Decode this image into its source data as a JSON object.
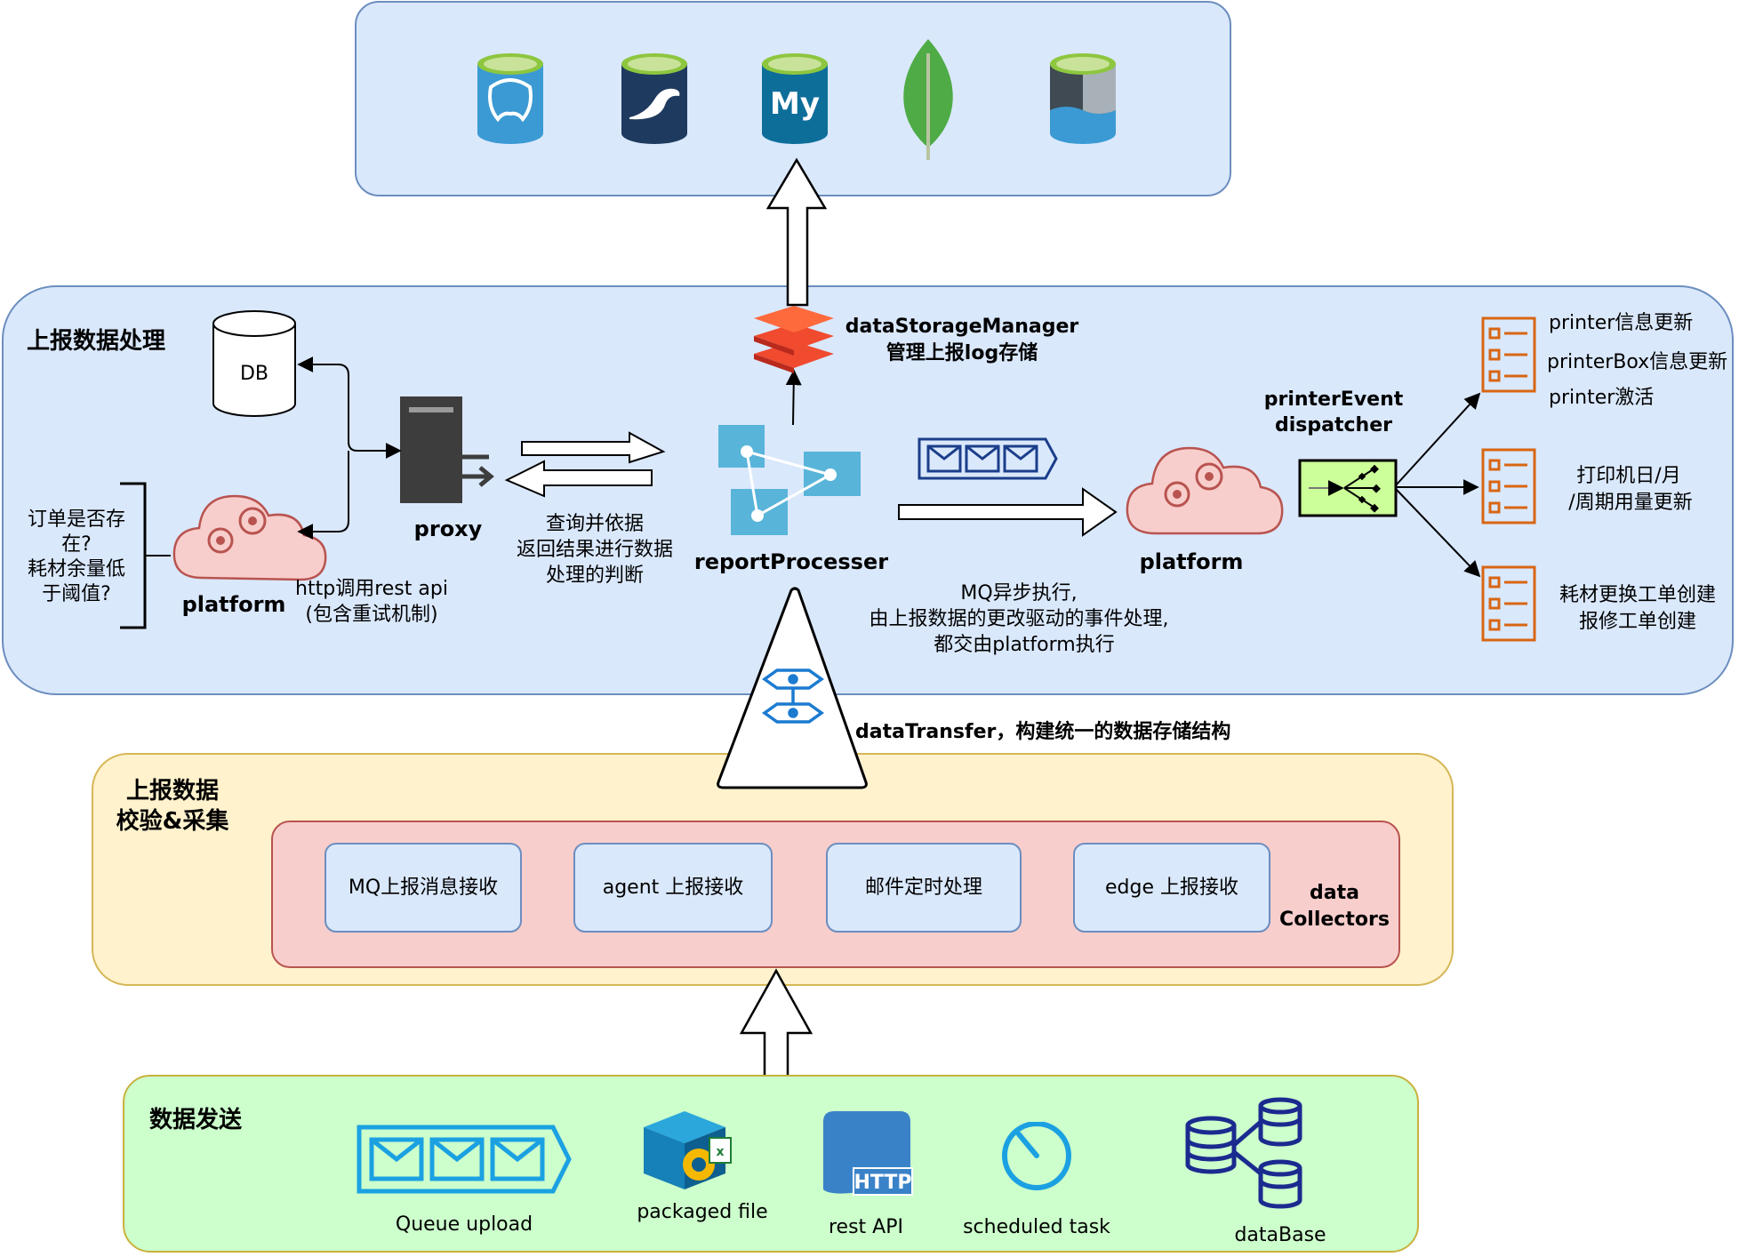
{
  "panels": {
    "processing_title": "上报数据处理",
    "collect_title_1": "上报数据",
    "collect_title_2": "校验&采集",
    "send_title": "数据发送"
  },
  "processing": {
    "db_label": "DB",
    "left_question": [
      "订单是否存",
      "在?",
      "耗材余量低",
      "于阈值?"
    ],
    "platform_left": "platform",
    "http_note": [
      "http调用rest api",
      "(包含重试机制)"
    ],
    "proxy": "proxy",
    "query_note": [
      "查询并依据",
      "返回结果进行数据",
      "处理的判断"
    ],
    "report_processer": "reportProcesser",
    "storage_manager": [
      "dataStorageManager",
      "管理上报log存储"
    ],
    "mq_note": [
      "MQ异步执行,",
      "由上报数据的更改驱动的事件处理,",
      "都交由platform执行"
    ],
    "platform_right": "platform",
    "dispatcher": [
      "printerEvent",
      "dispatcher"
    ],
    "outputs": [
      {
        "lines": [
          "printer信息更新",
          "printerBox信息更新",
          "printer激活"
        ]
      },
      {
        "lines": [
          "打印机日/月",
          "/周期用量更新"
        ]
      },
      {
        "lines": [
          "耗材更换工单创建",
          "报修工单创建"
        ]
      }
    ]
  },
  "data_transfer_label": "dataTransfer，构建统一的数据存储结构",
  "collectors": {
    "items": [
      "MQ上报消息接收",
      "agent 上报接收",
      "邮件定时处理",
      "edge 上报接收"
    ],
    "label": [
      "data",
      "Collectors"
    ]
  },
  "sources": [
    "Queue upload",
    "packaged file",
    "rest API",
    "scheduled task",
    "dataBase"
  ],
  "http_badge": "HTTP",
  "db_icon_names": [
    "postgresql-icon",
    "mariadb-icon",
    "mysql-icon",
    "mongodb-icon",
    "cloud-database-icon"
  ],
  "colors": {
    "top_panel": "#dae8fc",
    "processing_panel": "#dae8fc",
    "collect_panel": "#fff2cc",
    "collector_panel": "#f8cecc",
    "send_panel": "#ccffcc",
    "accent_blue": "#1ba1e2",
    "dispatcher_fill": "#ccff99",
    "orange": "#d86613",
    "storage_red": "#e0382c"
  }
}
